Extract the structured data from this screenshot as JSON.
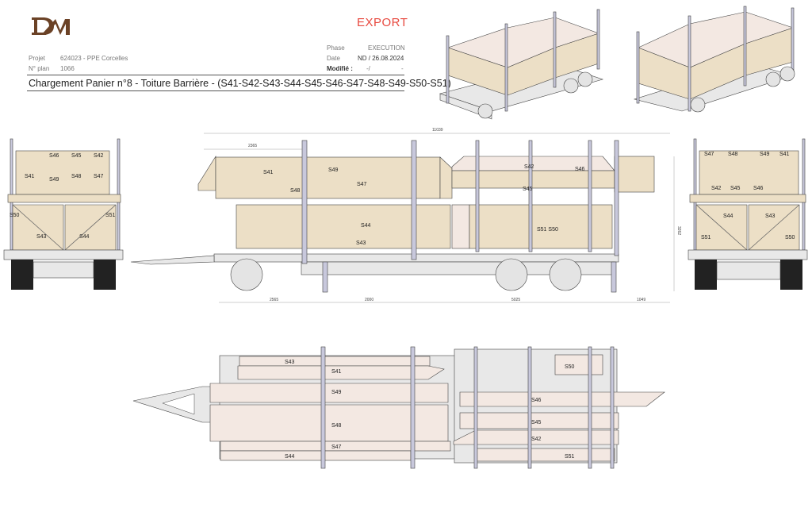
{
  "header": {
    "logo_text": "DM",
    "stamp": "EXPORT",
    "projet_label": "Projet",
    "projet_value": "624023 - PPE Corcelles",
    "plan_label": "N° plan",
    "plan_value": "1066",
    "phase_label": "Phase",
    "phase_value": "EXECUTION",
    "date_label": "Date",
    "date_value": "ND / 26.08.2024",
    "modifie_label": "Modifié :",
    "modifie_value": "-/",
    "modifie_extra": "-",
    "title": "Chargement Panier n°8 - Toiture Barrière - (S41-S42-S43-S44-S45-S46-S47-S48-S49-S50-S51)"
  },
  "side_view": {
    "dimensions": {
      "total": "11039",
      "overhang": "2365",
      "d1": "2565",
      "d2": "2000",
      "d3": "5025",
      "d4": "1049",
      "height": "3262"
    },
    "labels": {
      "s41": "S41",
      "s49": "S49",
      "s47": "S47",
      "s48": "S48",
      "s42": "S42",
      "s46": "S46",
      "s45": "S45",
      "s44": "S44",
      "s43": "S43",
      "s51s50": "S51 S50"
    }
  },
  "front_view": {
    "labels": {
      "s46": "S46",
      "s45": "S45",
      "s42": "S42",
      "s41": "S41",
      "s49": "S49",
      "s48": "S48",
      "s47": "S47",
      "s50": "S50",
      "s51": "S51",
      "s43": "S43",
      "s44": "S44"
    }
  },
  "rear_view": {
    "labels": {
      "s47": "S47",
      "s48": "S48",
      "s49": "S49",
      "s41": "S41",
      "s42": "S42",
      "s45": "S45",
      "s46": "S46",
      "s44": "S44",
      "s43": "S43",
      "s51": "S51",
      "s50": "S50"
    }
  },
  "top_view": {
    "labels": {
      "s43": "S43",
      "s41": "S41",
      "s49": "S49",
      "s48": "S48",
      "s47": "S47",
      "s44": "S44",
      "s50": "S50",
      "s46": "S46",
      "s45": "S45",
      "s42": "S42",
      "s51": "S51"
    }
  }
}
